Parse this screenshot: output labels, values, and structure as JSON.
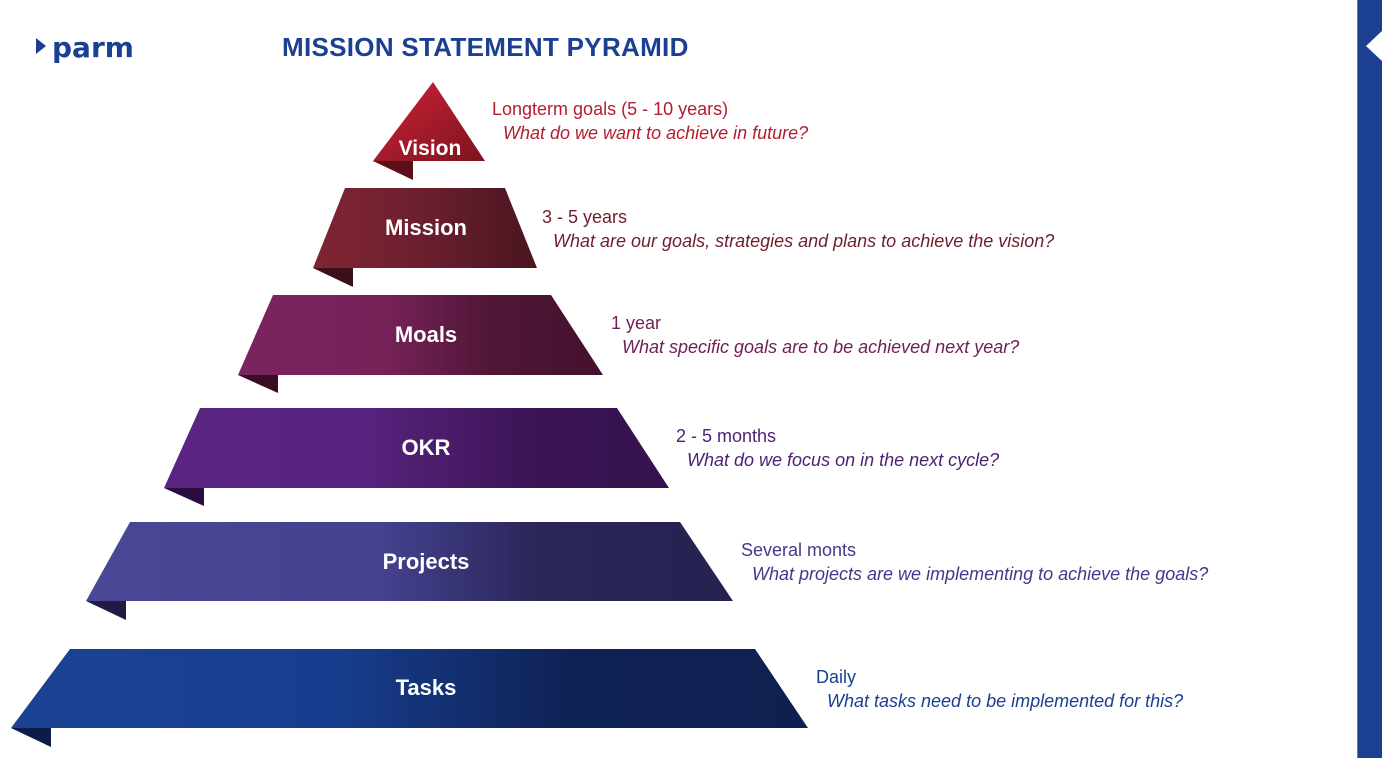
{
  "header": {
    "logo_text": "parm",
    "title": "MISSION STATEMENT PYRAMID"
  },
  "colors": {
    "brand_blue": "#1b3f91",
    "vision": "#b51c2e",
    "mission": "#6e1f2c",
    "moals": "#6e1f55",
    "okr": "#4e1f75",
    "projects": "#3f3b8a",
    "tasks": "#1b3f91"
  },
  "tiers": [
    {
      "label": "Vision",
      "period": "Longterm goals (5 - 10 years)",
      "question": "What do we want to achieve in future?"
    },
    {
      "label": "Mission",
      "period": "3 - 5 years",
      "question": "What are our goals, strategies and plans to achieve the vision?"
    },
    {
      "label": "Moals",
      "period": "1 year",
      "question": "What specific goals are to be achieved next year?"
    },
    {
      "label": "OKR",
      "period": "2 - 5 months",
      "question": "What do we focus on in the next cycle?"
    },
    {
      "label": "Projects",
      "period": "Several monts",
      "question": "What projects are we implementing to achieve the goals?"
    },
    {
      "label": "Tasks",
      "period": "Daily",
      "question": "What tasks need to be implemented for this?"
    }
  ],
  "navigation": {
    "previous_icon": "chevron-left-icon"
  }
}
